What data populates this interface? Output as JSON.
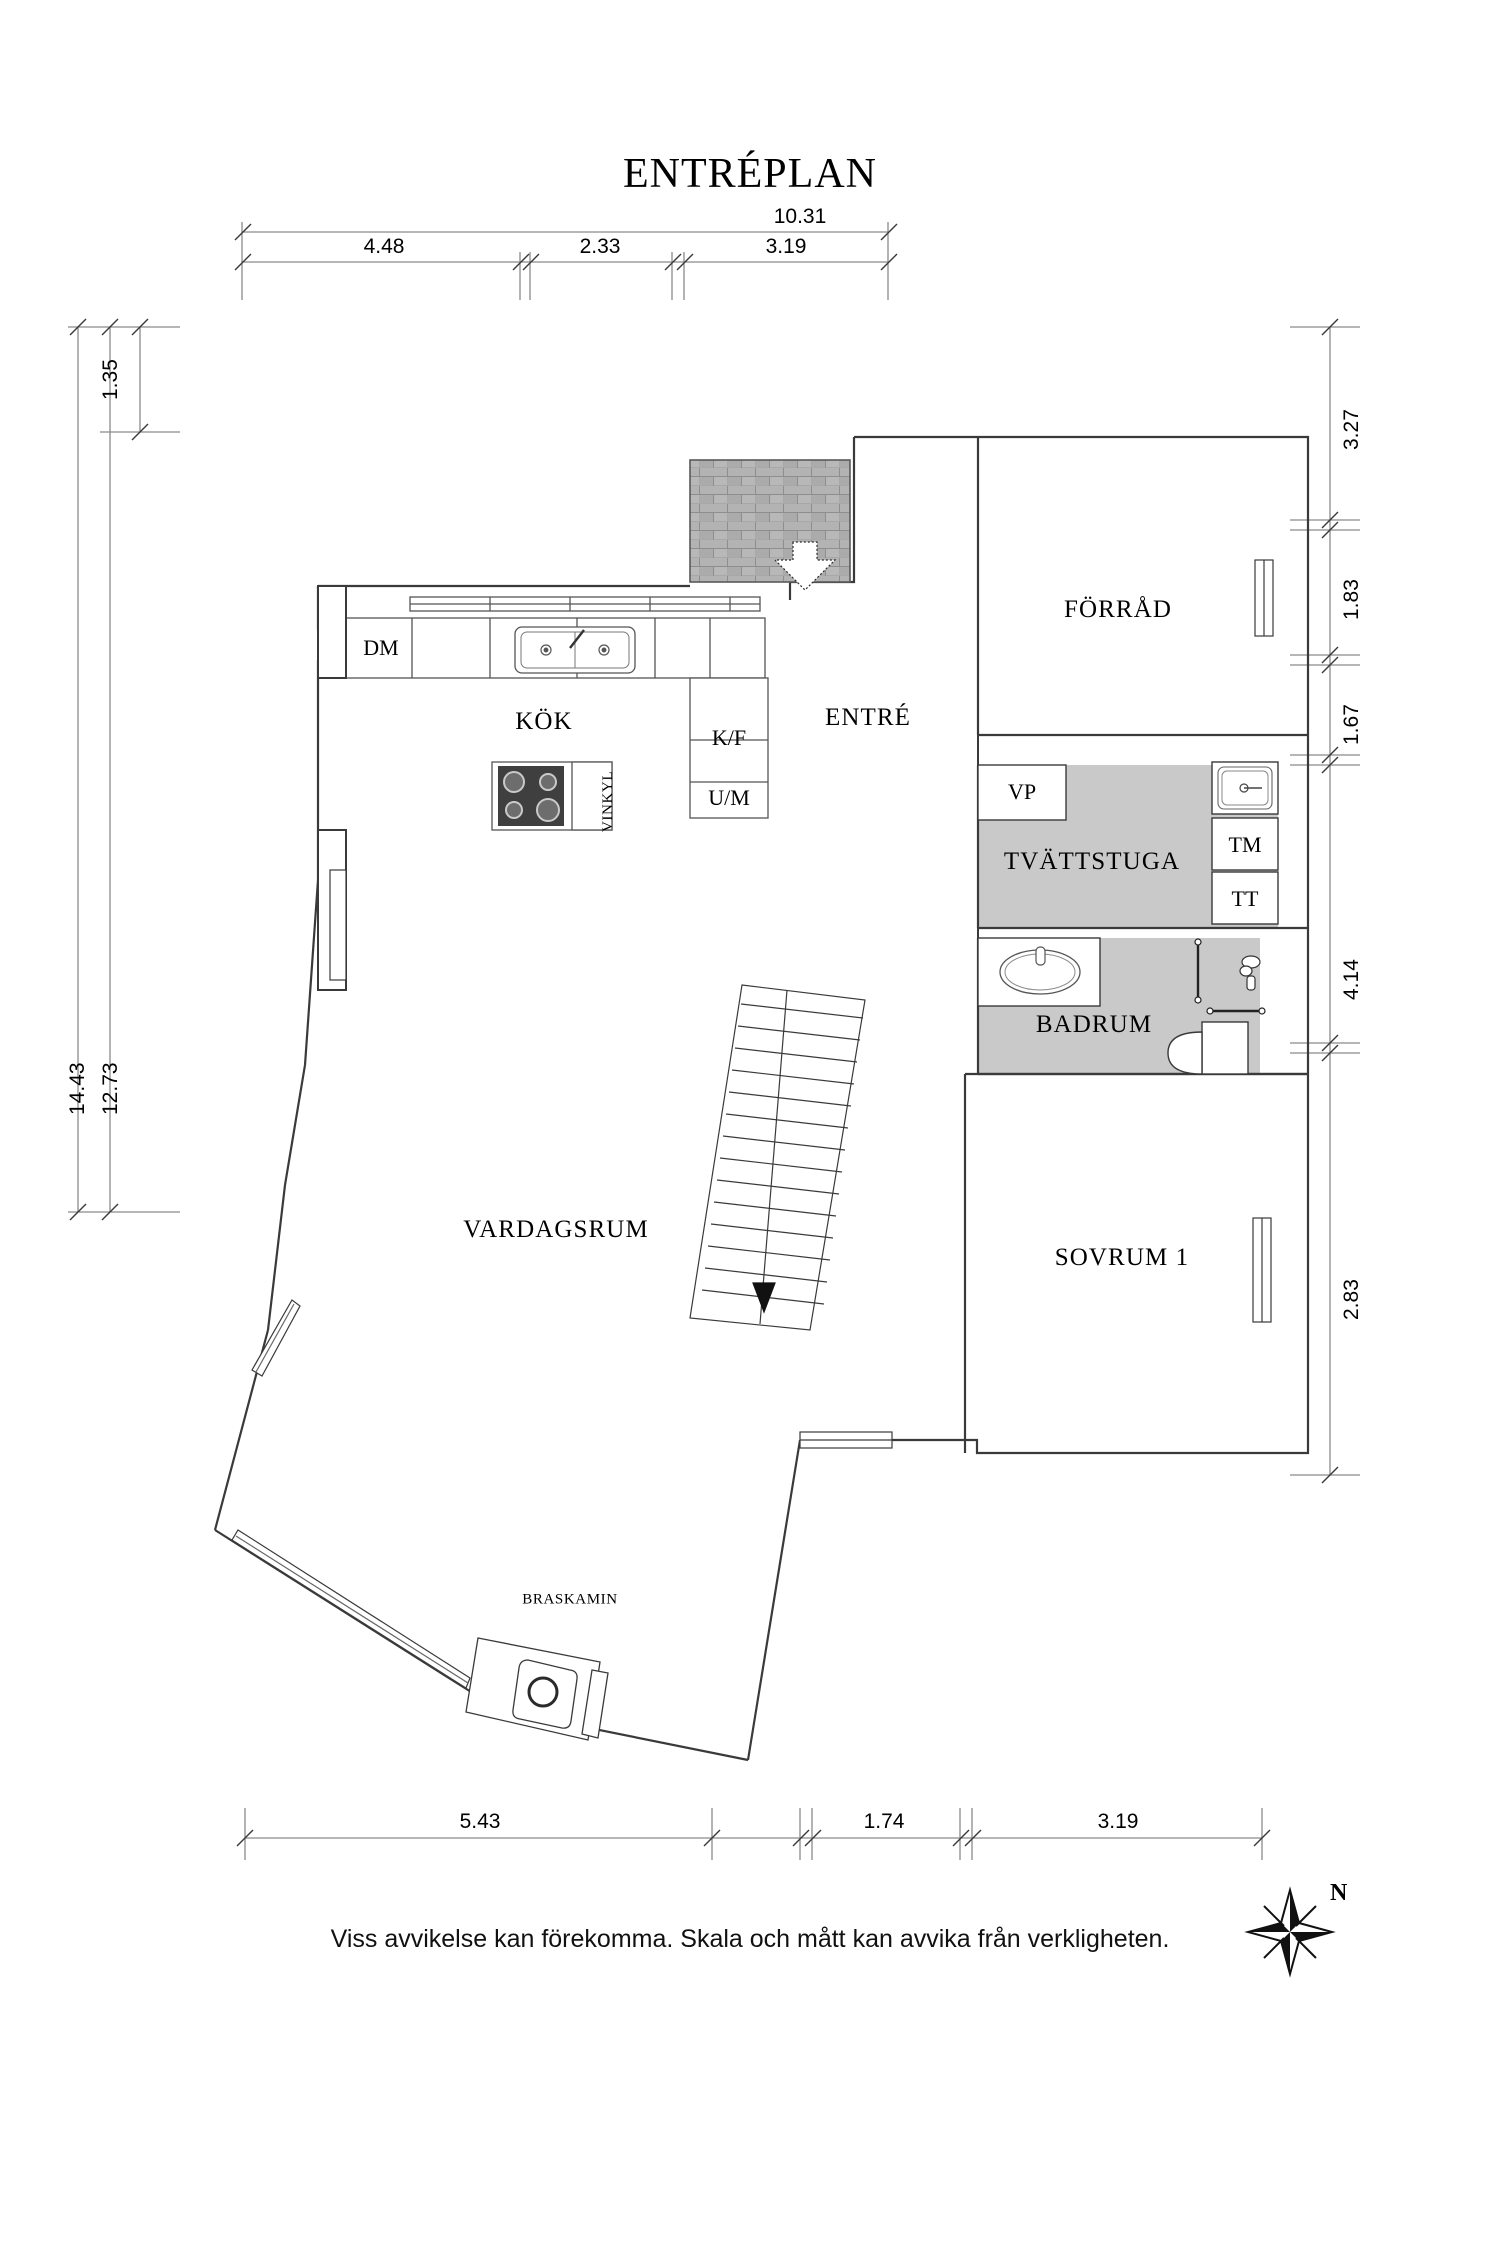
{
  "page": {
    "title": "ENTRÉPLAN",
    "footer_note": "Viss avvikelse kan förekomma. Skala och mått kan avvika från verkligheten."
  },
  "compass": {
    "label": "N",
    "name": "north-arrow"
  },
  "rooms": [
    {
      "id": "forrad",
      "label": "FÖRRÅD"
    },
    {
      "id": "entre",
      "label": "ENTRÉ"
    },
    {
      "id": "kok",
      "label": "KÖK"
    },
    {
      "id": "vardagsrum",
      "label": "VARDAGSRUM"
    },
    {
      "id": "tvattstuga",
      "label": "TVÄTTSTUGA"
    },
    {
      "id": "badrum",
      "label": "BADRUM"
    },
    {
      "id": "sovrum1",
      "label": "SOVRUM 1"
    }
  ],
  "appliances": [
    {
      "id": "dm",
      "label": "DM"
    },
    {
      "id": "kf",
      "label": "K/F"
    },
    {
      "id": "um",
      "label": "U/M"
    },
    {
      "id": "vinkyl",
      "label": "VINKYL"
    },
    {
      "id": "vp",
      "label": "VP"
    },
    {
      "id": "tm",
      "label": "TM"
    },
    {
      "id": "tt",
      "label": "TT"
    },
    {
      "id": "braskamin",
      "label": "BRASKAMIN"
    }
  ],
  "dimensions": {
    "top_overall": "10.31",
    "top_segments": [
      "4.48",
      "2.33",
      "3.19"
    ],
    "left_outer": "14.43",
    "left_inner": "12.73",
    "left_top": "1.35",
    "right_segments": [
      "3.27",
      "1.83",
      "1.67",
      "4.14",
      "2.83"
    ],
    "bottom_segments": [
      "5.43",
      "1.74",
      "3.19"
    ]
  },
  "colors": {
    "wall": "#3a3a3a",
    "thin_line": "#777777",
    "wet_room_fill": "#c9c9c9",
    "tile_fill": "#a6a6a6",
    "background": "#ffffff"
  }
}
